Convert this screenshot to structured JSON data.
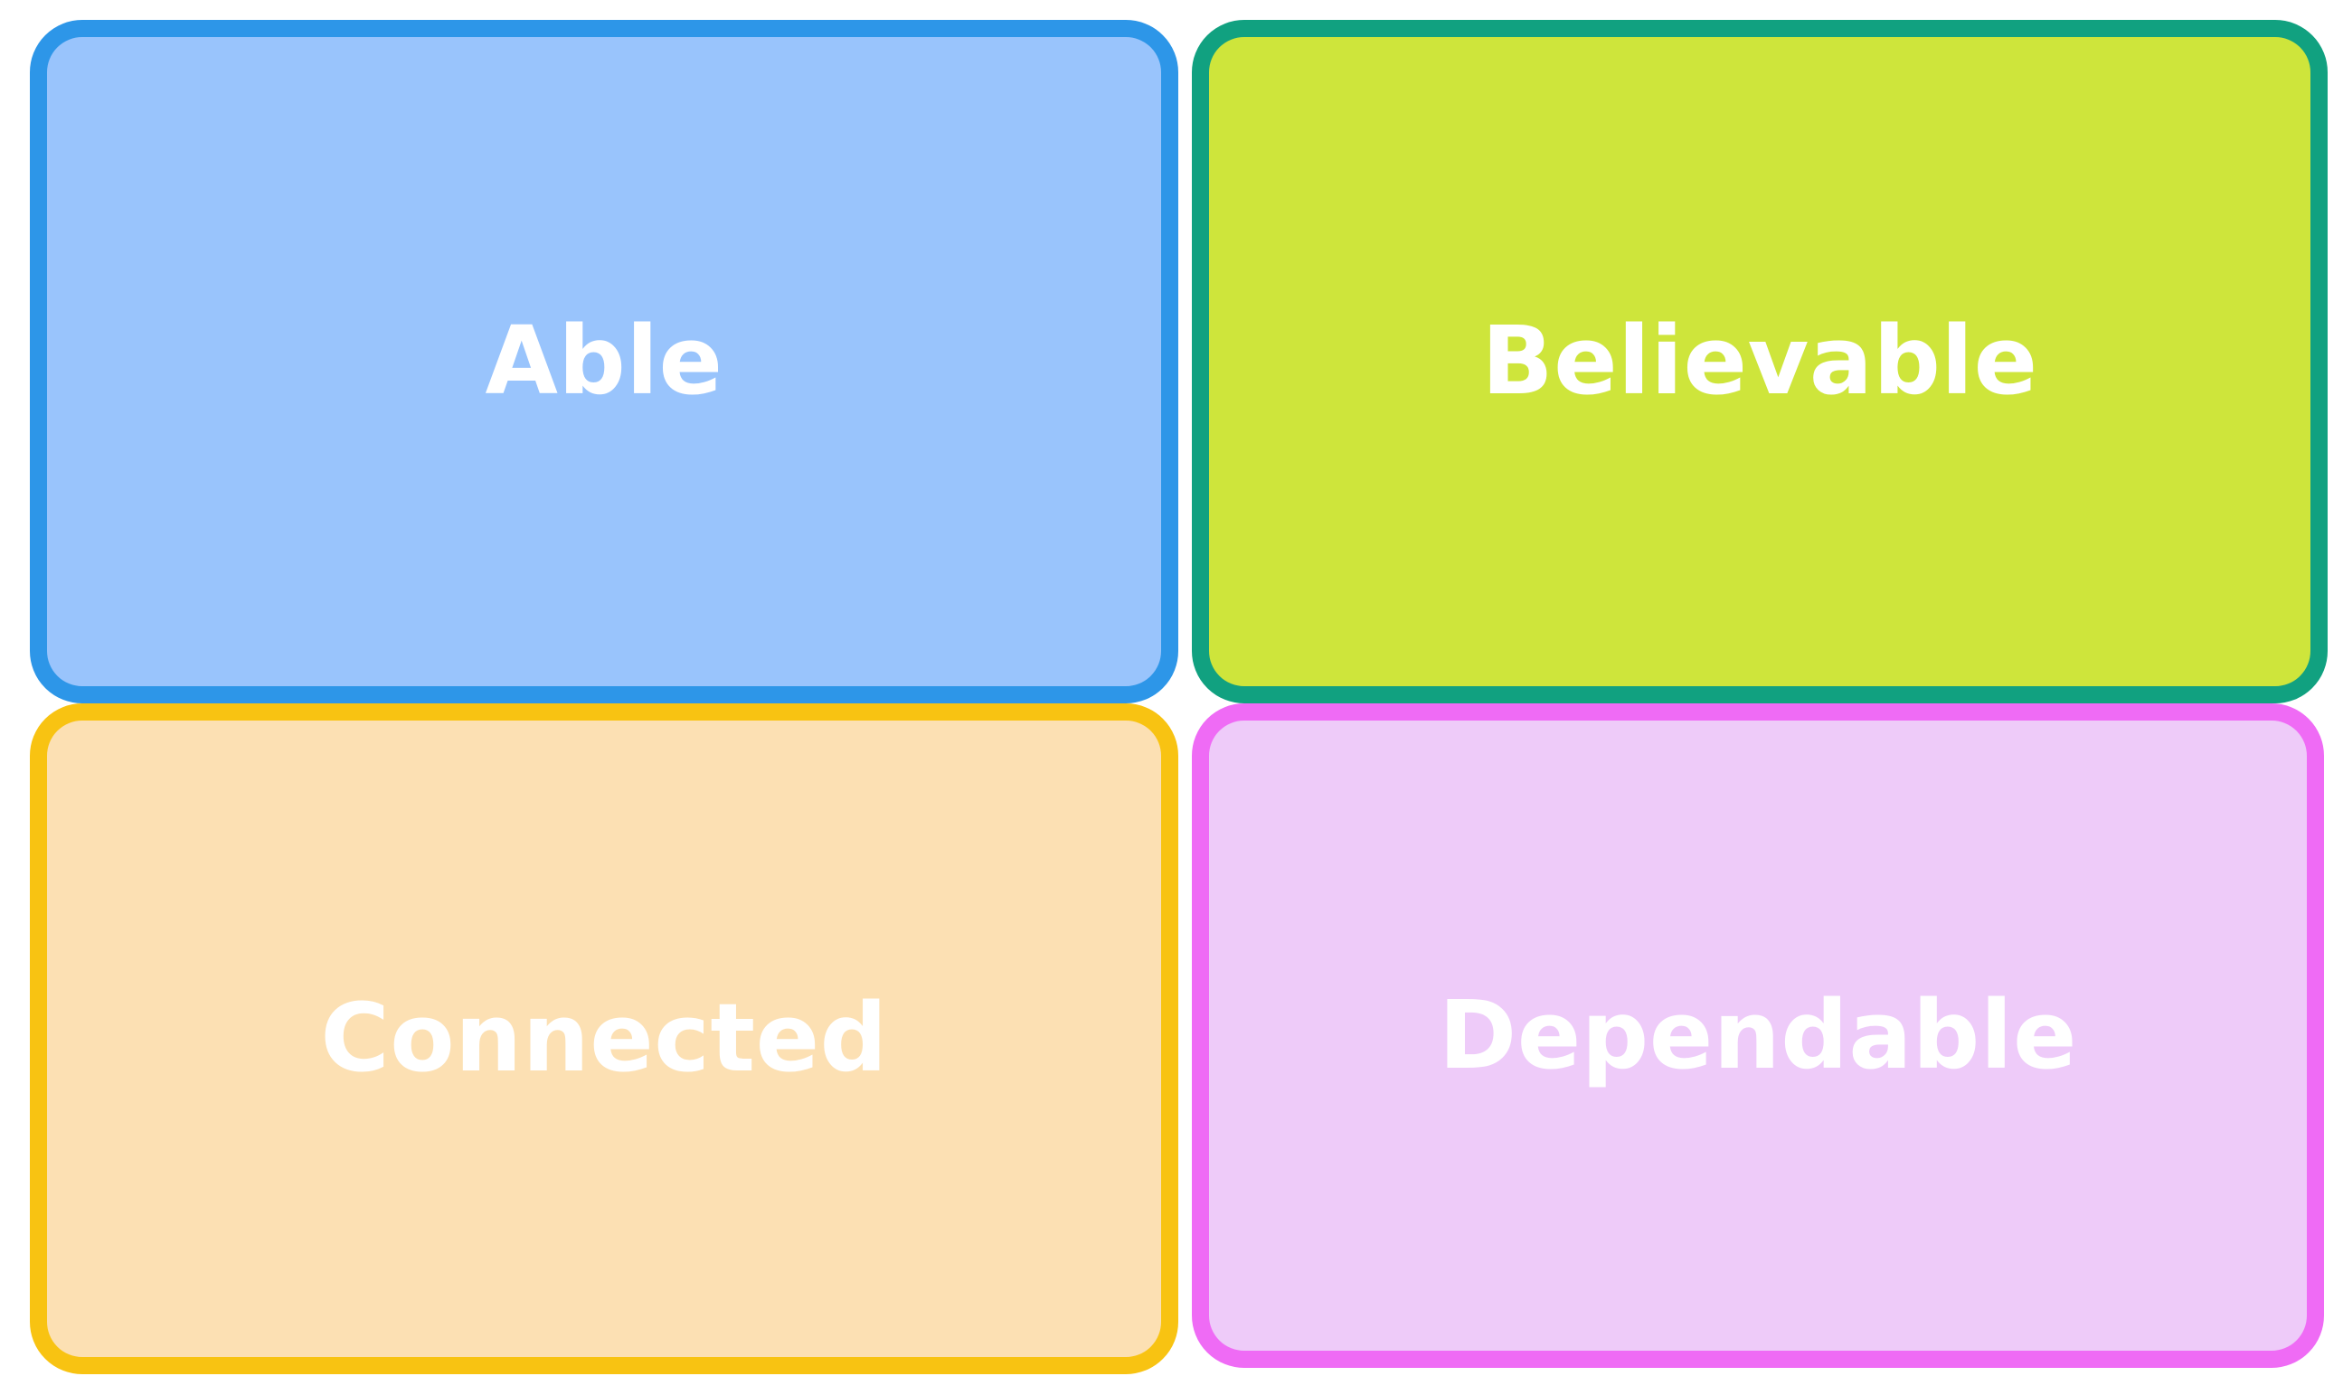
{
  "diagram": {
    "type": "four-quadrant-label-grid",
    "background_color": "#ffffff",
    "text_color": "#ffffff",
    "quadrants": [
      {
        "id": "able",
        "label": "Able",
        "position": "top-left",
        "fill_color": "#99c4fc",
        "border_color": "#2d96e8"
      },
      {
        "id": "believable",
        "label": "Believable",
        "position": "top-right",
        "fill_color": "#cee53b",
        "border_color": "#11a180"
      },
      {
        "id": "connected",
        "label": "Connected",
        "position": "bottom-left",
        "fill_color": "#fce0b3",
        "border_color": "#f8c312"
      },
      {
        "id": "dependable",
        "label": "Dependable",
        "position": "bottom-right",
        "fill_color": "#eecbf9",
        "border_color": "#ef6bf5"
      }
    ]
  }
}
